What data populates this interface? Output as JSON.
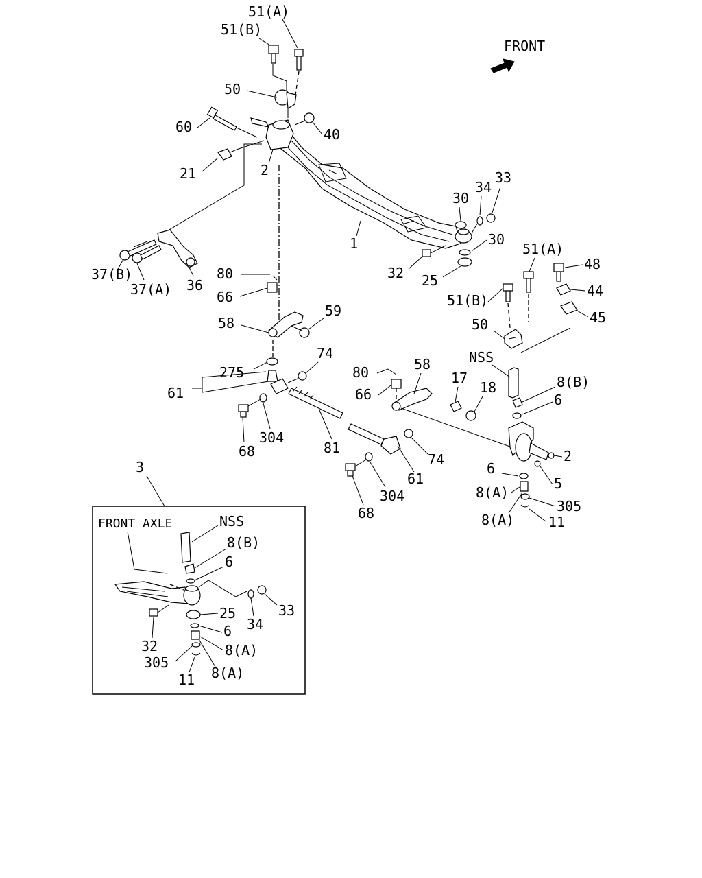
{
  "front_label": "FRONT",
  "inset": {
    "title": "FRONT AXLE",
    "callout": "3"
  },
  "labels": {
    "p51a": "51(A)",
    "p51b": "51(B)",
    "p50": "50",
    "p60": "60",
    "p40": "40",
    "p21": "21",
    "p2": "2",
    "p1": "1",
    "p30": "30",
    "p34": "34",
    "p33": "33",
    "p32": "32",
    "p25": "25",
    "p37b": "37(B)",
    "p37a": "37(A)",
    "p36": "36",
    "p80": "80",
    "p66": "66",
    "p58": "58",
    "p59": "59",
    "p275": "275",
    "p74": "74",
    "p61": "61",
    "p68": "68",
    "p304": "304",
    "p81": "81",
    "p17": "17",
    "p18": "18",
    "p48": "48",
    "p44": "44",
    "p45": "45",
    "nss": "NSS",
    "p8b": "8(B)",
    "p6": "6",
    "p5": "5",
    "p8a": "8(A)",
    "p305": "305",
    "p11": "11"
  }
}
